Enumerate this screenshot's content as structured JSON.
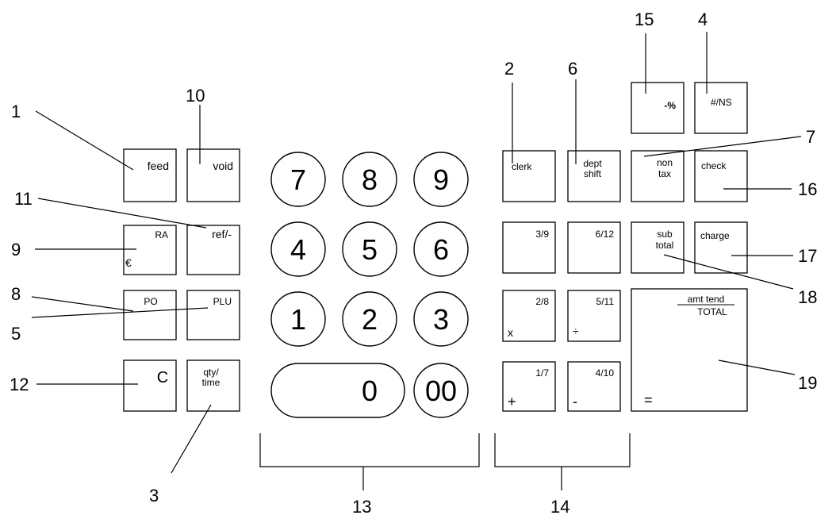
{
  "keys": {
    "feed": "feed",
    "void": "void",
    "ra": "RA",
    "euro": "€",
    "ref": "ref/-",
    "po": "PO",
    "plu": "PLU",
    "c": "C",
    "qty_line1": "qty/",
    "qty_line2": "time",
    "minus_pct": "-%",
    "num_ns": "#/NS",
    "clerk": "clerk",
    "dept_line1": "dept",
    "dept_line2": "shift",
    "nontax_line1": "non",
    "nontax_line2": "tax",
    "check": "check",
    "k39": "3/9",
    "k612": "6/12",
    "subtotal_line1": "sub",
    "subtotal_line2": "total",
    "charge": "charge",
    "k28": "2/8",
    "x": "x",
    "k511": "5/11",
    "div": "÷",
    "amt_tend": "amt tend",
    "total": "TOTAL",
    "equals": "=",
    "k17": "1/7",
    "plus": "+",
    "k410": "4/10",
    "minus": "-"
  },
  "numpad": [
    "7",
    "8",
    "9",
    "4",
    "5",
    "6",
    "1",
    "2",
    "3",
    "0",
    "00"
  ],
  "callouts": [
    "1",
    "2",
    "3",
    "4",
    "5",
    "6",
    "7",
    "8",
    "9",
    "10",
    "11",
    "12",
    "13",
    "14",
    "15",
    "16",
    "17",
    "18",
    "19"
  ]
}
